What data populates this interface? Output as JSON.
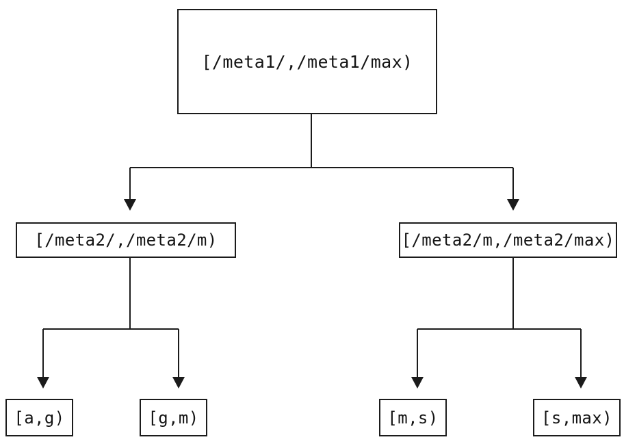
{
  "diagram": {
    "type": "tree",
    "root": {
      "label": "[/meta1/,/meta1/max)"
    },
    "level2": [
      {
        "label": "[/meta2/,/meta2/m)",
        "parent": "[/meta1/,/meta1/max)"
      },
      {
        "label": "[/meta2/m,/meta2/max)",
        "parent": "[/meta1/,/meta1/max)"
      }
    ],
    "leaves": [
      {
        "label": "[a,g)",
        "parent": "[/meta2/,/meta2/m)"
      },
      {
        "label": "[g,m)",
        "parent": "[/meta2/,/meta2/m)"
      },
      {
        "label": "[m,s)",
        "parent": "[/meta2/m,/meta2/max)"
      },
      {
        "label": "[s,max)",
        "parent": "[/meta2/m,/meta2/max)"
      }
    ]
  },
  "colors": {
    "line": "#1b1b1b",
    "background": "#ffffff",
    "text": "#141414"
  }
}
